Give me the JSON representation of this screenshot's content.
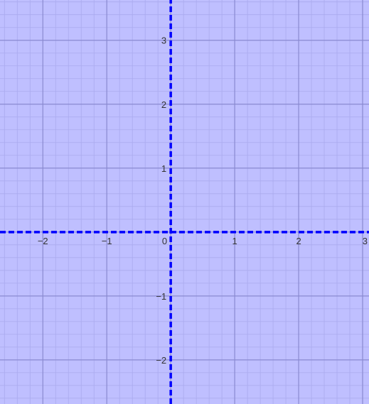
{
  "chart_data": {
    "type": "line",
    "title": "",
    "xlabel": "",
    "ylabel": "",
    "xlim": [
      -2.67,
      3.1
    ],
    "ylim": [
      -2.69,
      3.63
    ],
    "grid": true,
    "minor_grid_step": 0.2,
    "major_grid_step": 1,
    "shaded_region": {
      "fill_color": "#bfbfff",
      "description": "entire plane shaded"
    },
    "x_ticks": [
      {
        "value": -2,
        "label": "−2"
      },
      {
        "value": -1,
        "label": "−1"
      },
      {
        "value": 0,
        "label": "0"
      },
      {
        "value": 1,
        "label": "1"
      },
      {
        "value": 2,
        "label": "2"
      },
      {
        "value": 3,
        "label": "3"
      }
    ],
    "y_ticks": [
      {
        "value": -2,
        "label": "−2"
      },
      {
        "value": -1,
        "label": "−1"
      },
      {
        "value": 1,
        "label": "1"
      },
      {
        "value": 2,
        "label": "2"
      },
      {
        "value": 3,
        "label": "3"
      }
    ],
    "series": [
      {
        "style": "dashed",
        "color": "#0000ff",
        "orientation": "horizontal",
        "y": 0,
        "x": [
          -2.67,
          3.1
        ]
      },
      {
        "style": "dashed",
        "color": "#0000ff",
        "orientation": "vertical",
        "x": 0,
        "y": [
          -2.69,
          3.63
        ]
      }
    ]
  },
  "colors": {
    "background_fill": "#bfbfff",
    "minor_grid": "#aaaaee",
    "major_grid": "#8a8ad0",
    "boundary_line": "#0000ff",
    "tick_text": "#333333"
  }
}
